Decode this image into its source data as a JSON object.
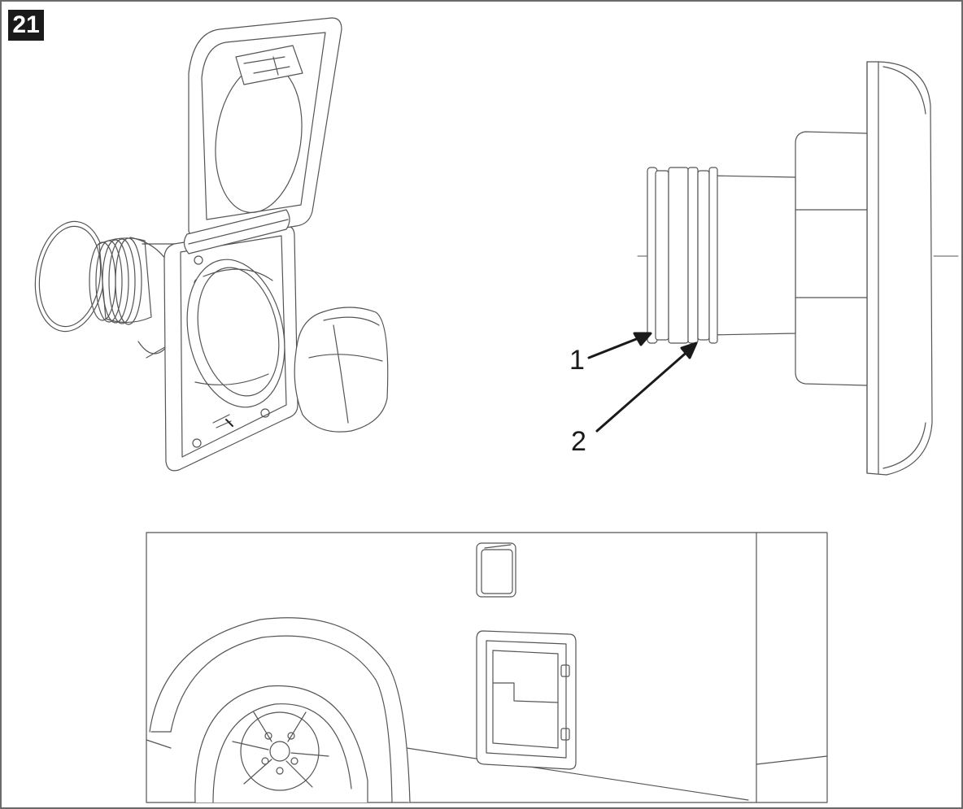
{
  "figure": {
    "number": "21"
  },
  "callouts": [
    {
      "id": "1",
      "text": "1"
    },
    {
      "id": "2",
      "text": "2"
    }
  ],
  "colors": {
    "line": "#555555",
    "dark": "#1a1a1a",
    "fill": "#ffffff"
  }
}
